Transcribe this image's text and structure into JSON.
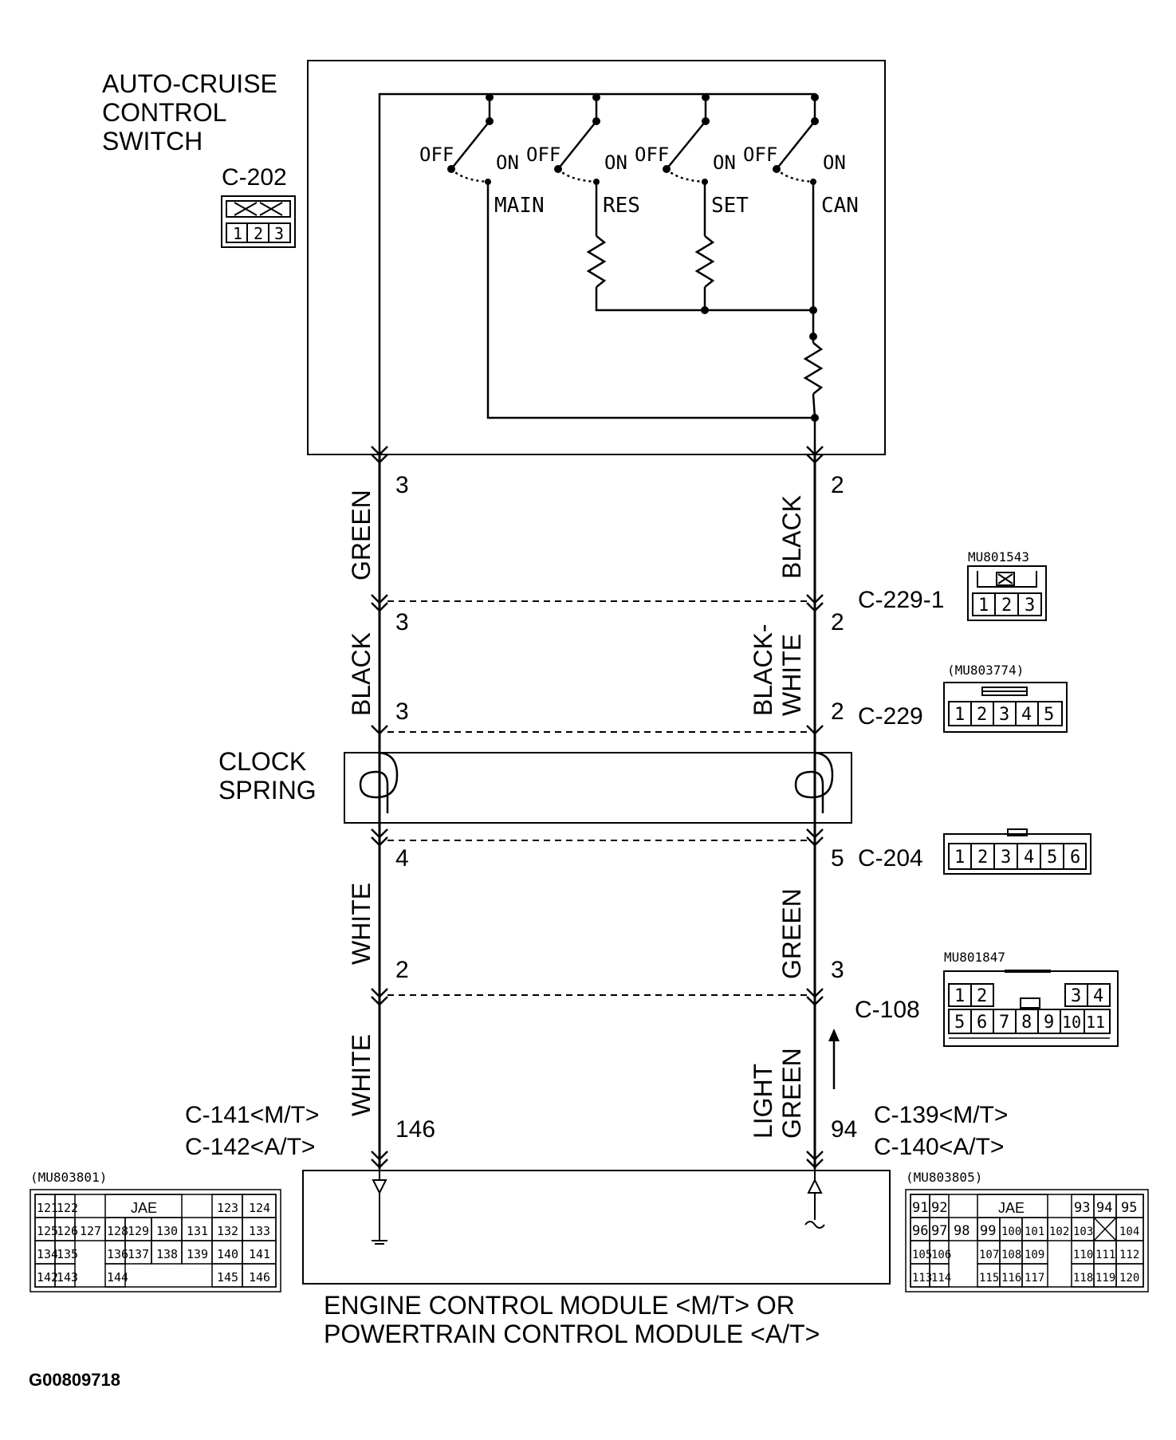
{
  "switch": {
    "title_lines": [
      "AUTO-CRUISE",
      "CONTROL",
      "SWITCH"
    ],
    "connector": "C-202",
    "connector_pins": [
      "1",
      "2",
      "3"
    ],
    "off_label": "OFF",
    "on_label": "ON",
    "functions": [
      "MAIN",
      "RES",
      "SET",
      "CAN"
    ]
  },
  "wires": {
    "left_wire_segments": [
      {
        "color": "GREEN",
        "pin_top": "3"
      },
      {
        "color": "BLACK",
        "pin_top": "3",
        "pin_bottom": "3"
      },
      {
        "color": "WHITE",
        "pin_top": "4",
        "pin_bottom": "2"
      },
      {
        "color": "WHITE",
        "pin_bottom": "146"
      }
    ],
    "right_wire_segments": [
      {
        "color": "BLACK",
        "pin_top": "2"
      },
      {
        "color_lines": [
          "BLACK-",
          "WHITE"
        ],
        "pin_top": "2",
        "pin_bottom": "2"
      },
      {
        "color": "GREEN",
        "pin_top": "5",
        "pin_bottom": "3"
      },
      {
        "color_lines": [
          "LIGHT",
          "GREEN"
        ],
        "pin_bottom": "94"
      }
    ]
  },
  "connectors": {
    "c229_1": {
      "label": "C-229-1",
      "part": "MU801543",
      "pins": [
        "1",
        "2",
        "3"
      ]
    },
    "c229": {
      "label": "C-229",
      "part": "(MU803774)",
      "pins": [
        "1",
        "2",
        "3",
        "4",
        "5"
      ]
    },
    "c204": {
      "label": "C-204",
      "pins": [
        "1",
        "2",
        "3",
        "4",
        "5",
        "6"
      ]
    },
    "c108": {
      "label": "C-108",
      "part": "MU801847",
      "pins_top": [
        "1",
        "2",
        "3",
        "4"
      ],
      "pins_bottom": [
        "5",
        "6",
        "7",
        "8",
        "9",
        "10",
        "11"
      ]
    },
    "ecm_left": {
      "labels": [
        "C-141<M/T>",
        "C-142<A/T>"
      ],
      "part": "(MU803801)",
      "maker": "JAE",
      "rows": [
        [
          "121",
          "122",
          "123",
          "124"
        ],
        [
          "125",
          "126",
          "127",
          "128",
          "129",
          "130",
          "131",
          "132",
          "133"
        ],
        [
          "134",
          "135",
          "136",
          "137",
          "138",
          "139",
          "140",
          "141"
        ],
        [
          "142",
          "143",
          "144",
          "145",
          "146"
        ]
      ]
    },
    "ecm_right": {
      "labels": [
        "C-139<M/T>",
        "C-140<A/T>"
      ],
      "part": "(MU803805)",
      "maker": "JAE",
      "rows": [
        [
          "91",
          "92",
          "93",
          "94",
          "95"
        ],
        [
          "96",
          "97",
          "98",
          "99",
          "100",
          "101",
          "102",
          "103",
          "104"
        ],
        [
          "105",
          "106",
          "107",
          "108",
          "109",
          "110",
          "111",
          "112"
        ],
        [
          "113",
          "114",
          "115",
          "116",
          "117",
          "118",
          "119",
          "120"
        ]
      ]
    }
  },
  "clock_spring": {
    "lines": [
      "CLOCK",
      "SPRING"
    ]
  },
  "module": {
    "lines": [
      "ENGINE CONTROL MODULE <M/T> OR",
      "POWERTRAIN CONTROL MODULE <A/T>"
    ]
  },
  "figure_id": "G00809718"
}
